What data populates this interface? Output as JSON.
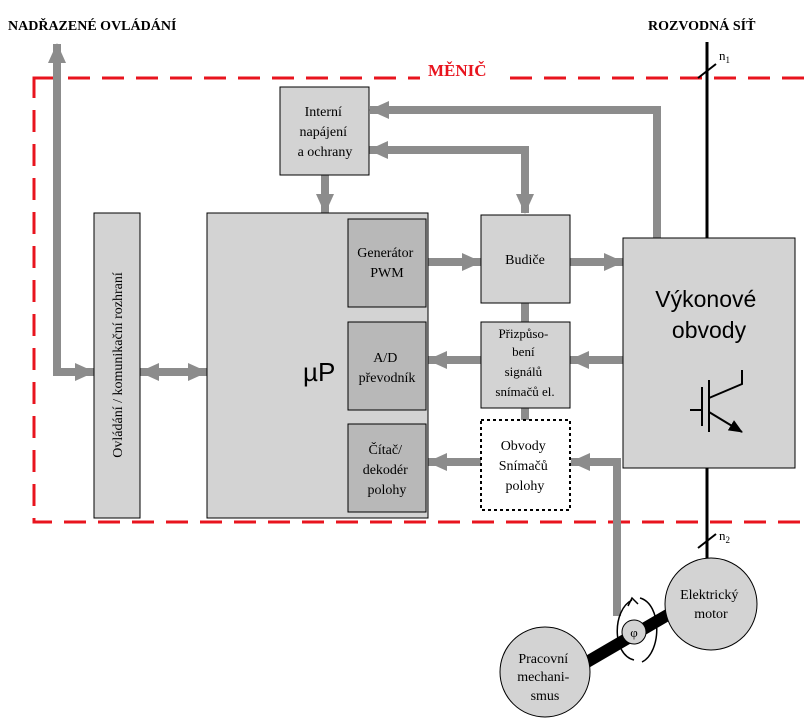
{
  "title_left": "NADŘAZENÉ OVLÁDÁNÍ",
  "title_right": "ROZVODNÁ SÍŤ",
  "converter_label": "MĚNIČ",
  "blocks": {
    "internal_power": [
      "Interní",
      "napájení",
      "a ochrany"
    ],
    "control_interface": "Ovládání / komunikační rozhraní",
    "micro": "µP",
    "pwm": [
      "Generátor",
      "PWM"
    ],
    "adc": [
      "A/D",
      "převodník"
    ],
    "counter": [
      "Čítač/",
      "dekodér",
      "polohy"
    ],
    "drivers": "Budiče",
    "adaptation": [
      "Přizpůso-",
      "bení",
      "signálů",
      "snímačů el."
    ],
    "position_sensors": [
      "Obvody",
      "Snímačů",
      "polohy"
    ],
    "power_circuits": [
      "Výkonové",
      "obvody"
    ],
    "motor": [
      "Elektrický",
      "motor"
    ],
    "mechanism": [
      "Pracovní",
      "mechani-",
      "smus"
    ]
  },
  "labels": {
    "n1": "n",
    "n1_sub": "1",
    "n2": "n",
    "n2_sub": "2",
    "phi": "φ"
  },
  "colors": {
    "block_fill": "#d3d3d3",
    "inner_block_fill": "#b8b8b8",
    "arrow": "#8c8c8c",
    "boundary": "#e8141e",
    "shaft": "#000000"
  }
}
